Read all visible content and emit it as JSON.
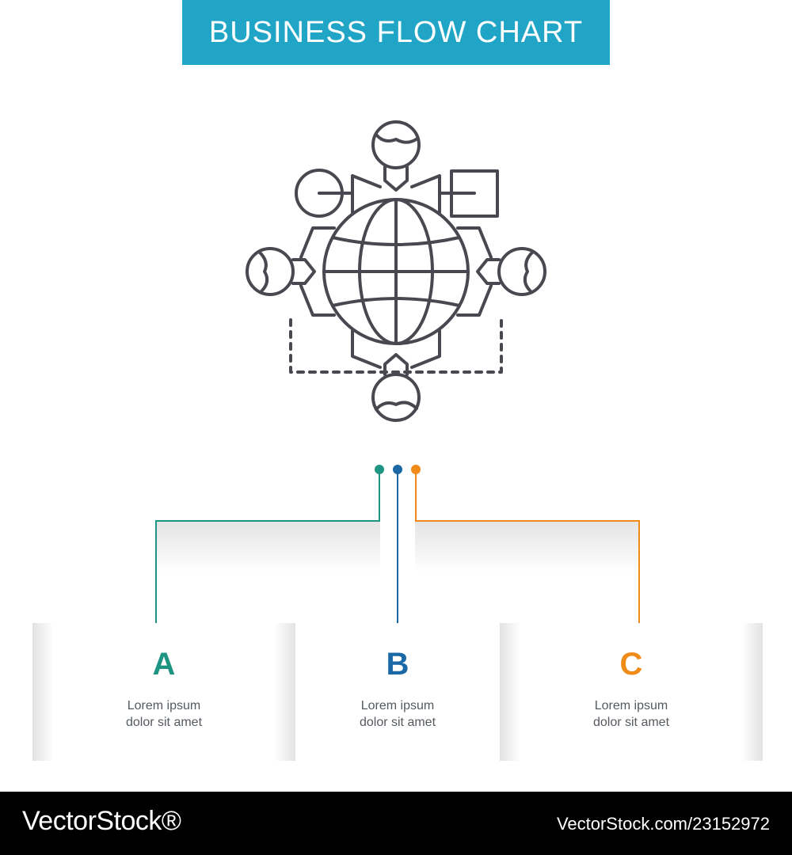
{
  "title": "BUSINESS FLOW CHART",
  "colors": {
    "banner": "#21a5c6",
    "icon_stroke": "#4a4750",
    "option_a": "#1e9483",
    "option_b": "#1b68a6",
    "option_c": "#f08a18"
  },
  "icon": "global-network-people-icon",
  "options": [
    {
      "letter": "A",
      "text_line1": "Lorem ipsum",
      "text_line2": "dolor sit amet"
    },
    {
      "letter": "B",
      "text_line1": "Lorem ipsum",
      "text_line2": "dolor sit amet"
    },
    {
      "letter": "C",
      "text_line1": "Lorem ipsum",
      "text_line2": "dolor sit amet"
    }
  ],
  "footer": {
    "logo": "VectorStock®",
    "id": "VectorStock.com/23152972"
  }
}
